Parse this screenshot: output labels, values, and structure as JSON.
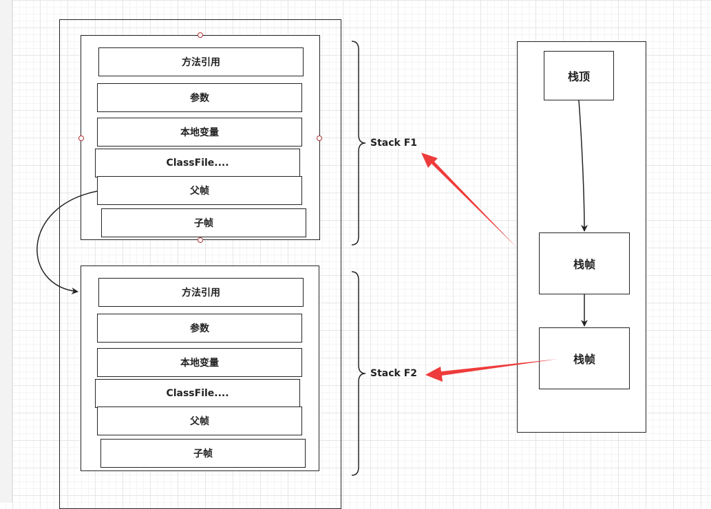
{
  "frame1": {
    "rows": [
      "方法引用",
      "参数",
      "本地变量",
      "ClassFile....",
      "父帧",
      "子帧"
    ]
  },
  "frame2": {
    "rows": [
      "方法引用",
      "参数",
      "本地变量",
      "ClassFile....",
      "父帧",
      "子帧"
    ]
  },
  "labels": {
    "stack_f1": "Stack F1",
    "stack_f2": "Stack F2"
  },
  "stack": {
    "top": "栈顶",
    "frame_a": "栈帧",
    "frame_b": "栈帧"
  },
  "colors": {
    "stroke": "#222222",
    "highlight_arrow": "#ee3b3b",
    "handle": "#b03030"
  }
}
